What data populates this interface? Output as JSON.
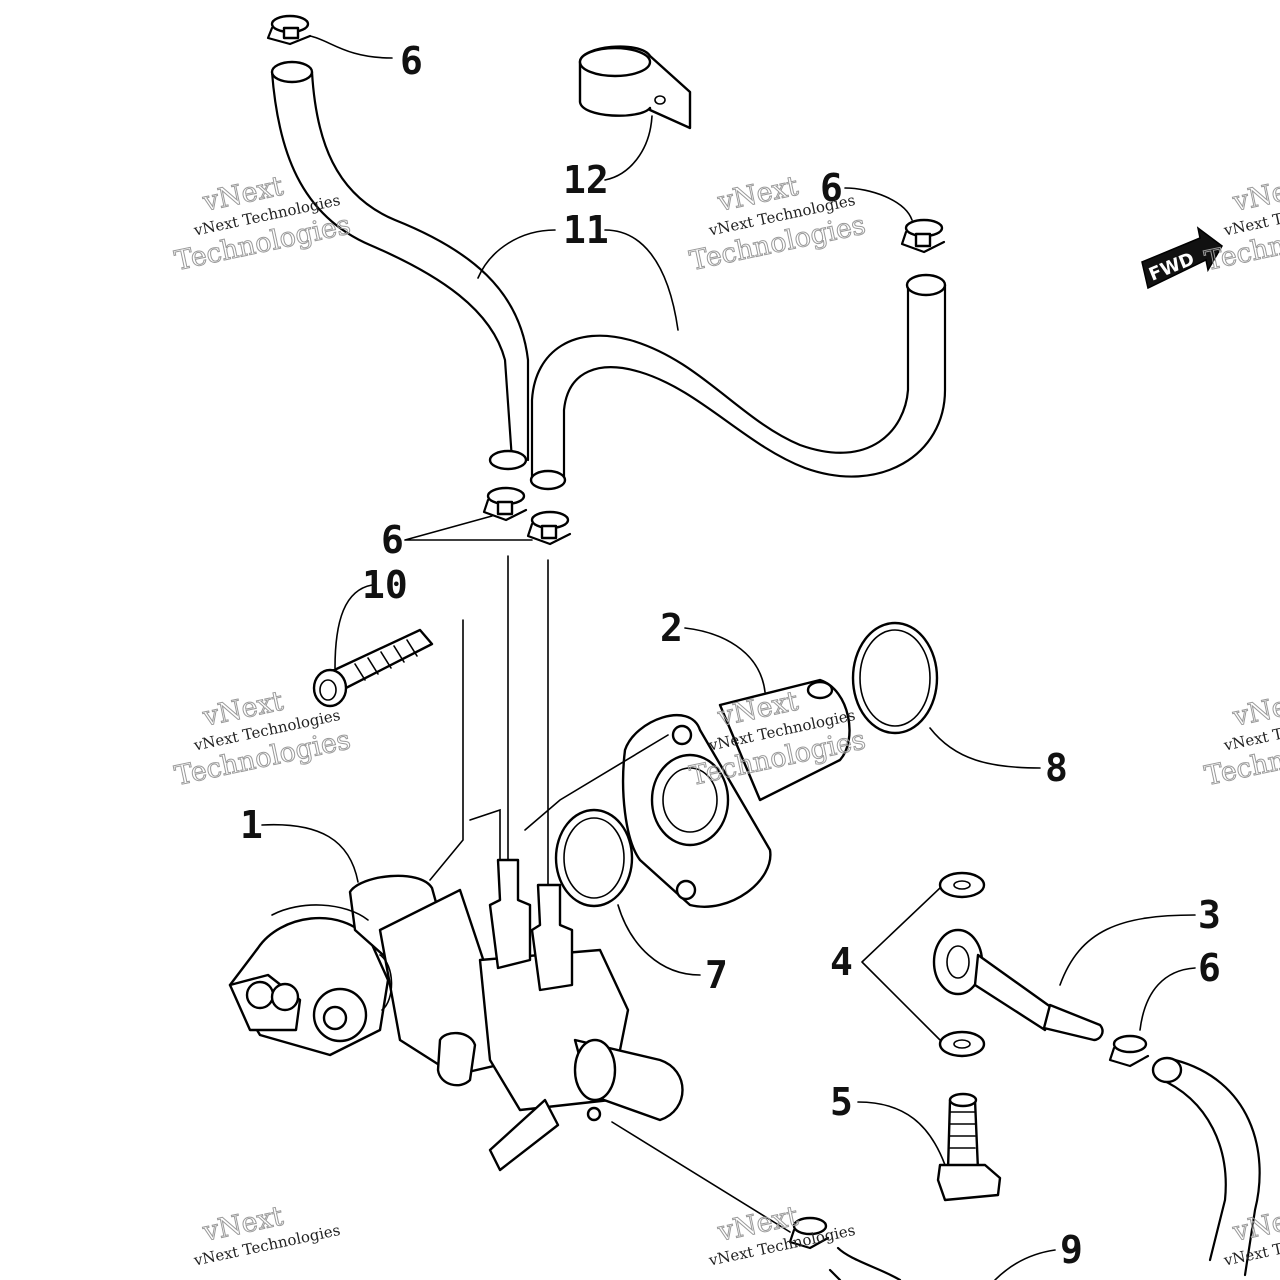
{
  "diagram": {
    "callouts": [
      {
        "id": "c6a",
        "text": "6"
      },
      {
        "id": "c12",
        "text": "12"
      },
      {
        "id": "c6b",
        "text": "6"
      },
      {
        "id": "c11",
        "text": "11"
      },
      {
        "id": "c6c",
        "text": "6"
      },
      {
        "id": "c10",
        "text": "10"
      },
      {
        "id": "c2",
        "text": "2"
      },
      {
        "id": "c8",
        "text": "8"
      },
      {
        "id": "c1",
        "text": "1"
      },
      {
        "id": "c3",
        "text": "3"
      },
      {
        "id": "c4",
        "text": "4"
      },
      {
        "id": "c6d",
        "text": "6"
      },
      {
        "id": "c7",
        "text": "7"
      },
      {
        "id": "c5",
        "text": "5"
      },
      {
        "id": "c9",
        "text": "9"
      }
    ],
    "direction_badge": "FWD",
    "watermark": {
      "line1": "vNext Technologies",
      "line2": "Technologies",
      "line3": "vNext"
    }
  }
}
